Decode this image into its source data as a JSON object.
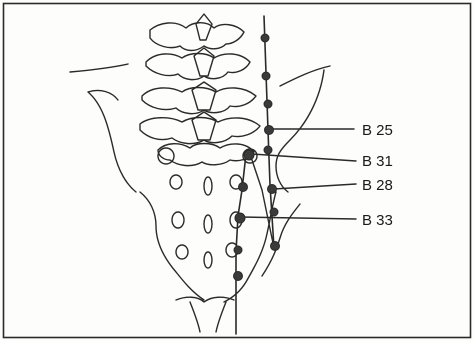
{
  "labels": {
    "b25": "B 25",
    "b31": "B 31",
    "b28": "B 28",
    "b33": "B 33"
  },
  "colors": {
    "ink": "#2a2a2a",
    "point": "#3a3a3a",
    "background": "#fdfdfb"
  }
}
